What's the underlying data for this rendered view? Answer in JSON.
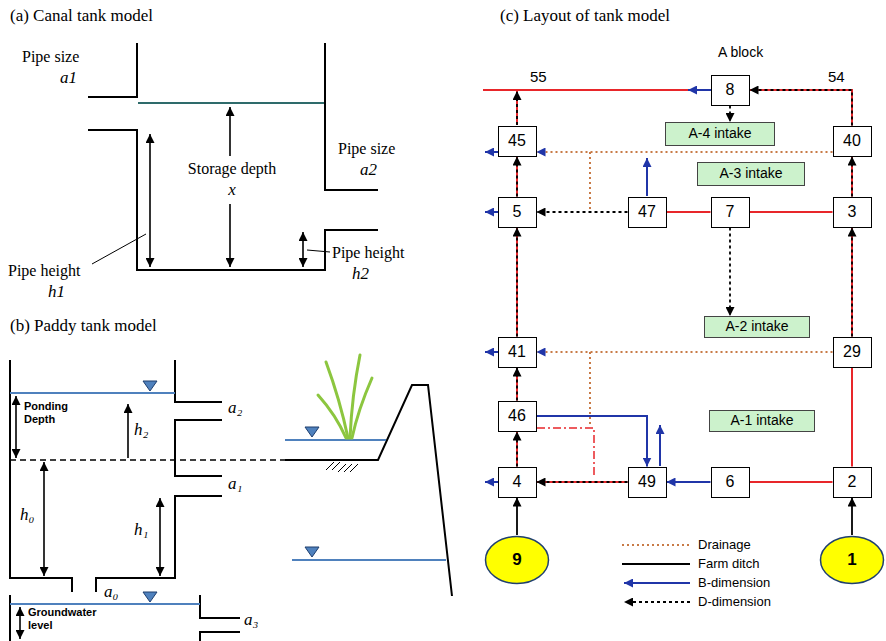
{
  "diagram": {
    "nodes": [
      {
        "text": [
          "8"
        ]
      },
      {
        "text": [
          "A-4 intake"
        ]
      },
      {
        "text": [
          "45"
        ]
      },
      {
        "text": [
          "40"
        ]
      },
      {
        "text": [
          "A-3 intake"
        ]
      },
      {
        "text": [
          "5"
        ]
      },
      {
        "text": [
          "47"
        ]
      },
      {
        "text": [
          "7"
        ]
      },
      {
        "text": [
          "3"
        ]
      },
      {
        "text": [
          "A-2 intake"
        ]
      },
      {
        "text": [
          "41"
        ]
      },
      {
        "text": [
          "29"
        ]
      },
      {
        "text": [
          "46"
        ]
      },
      {
        "text": [
          "A-1 intake"
        ]
      },
      {
        "text": [
          "4"
        ]
      },
      {
        "text": [
          "49"
        ]
      },
      {
        "text": [
          "6"
        ]
      },
      {
        "text": [
          "2"
        ]
      },
      {
        "text": [
          "9"
        ]
      },
      {
        "text": [
          "1"
        ]
      }
    ],
    "edges": [
      {
        "from": 0,
        "to": 1,
        "arrow": "to"
      },
      {
        "from": 3,
        "to": 0,
        "arrow": "to"
      },
      {
        "from": 8,
        "to": 3,
        "arrow": "to"
      },
      {
        "from": 11,
        "to": 8,
        "arrow": "to"
      },
      {
        "from": 17,
        "to": 11,
        "arrow": "none"
      },
      {
        "from": 19,
        "to": 17,
        "arrow": "to"
      },
      {
        "from": 18,
        "to": 14,
        "arrow": "to"
      },
      {
        "from": 14,
        "to": 12,
        "arrow": "to"
      },
      {
        "from": 12,
        "to": 10,
        "arrow": "to"
      },
      {
        "from": 10,
        "to": 5,
        "arrow": "to"
      },
      {
        "from": 5,
        "to": 2,
        "arrow": "to"
      },
      {
        "from": 17,
        "to": 16,
        "arrow": "none"
      },
      {
        "from": 16,
        "to": 15,
        "arrow": "to"
      },
      {
        "from": 15,
        "to": 14,
        "arrow": "to"
      },
      {
        "from": 12,
        "to": 15,
        "arrow": "to"
      },
      {
        "from": 8,
        "to": 7,
        "arrow": "none"
      },
      {
        "from": 7,
        "to": 6,
        "arrow": "none"
      },
      {
        "from": 6,
        "to": 5,
        "arrow": "to"
      },
      {
        "from": 7,
        "to": 9,
        "arrow": "to"
      },
      {
        "from": 3,
        "to": 2,
        "arrow": "to"
      },
      {
        "from": 11,
        "to": 10,
        "arrow": "to"
      }
    ],
    "labels": [
      "(a) Canal tank model",
      "Pipe size",
      "a1",
      "Storage depth",
      "x",
      "Pipe size",
      "a2",
      "Pipe height",
      "h1",
      "Pipe height",
      "h2",
      "(b) Paddy tank model",
      "Ponding Depth",
      "a₂",
      "h₂",
      "a₁",
      "h₀",
      "h₁",
      "a₀",
      "Groundwater level",
      "a₃",
      "(c) Layout of tank model",
      "A block",
      "55",
      "54"
    ],
    "legend": [
      {
        "text": "Drainage"
      },
      {
        "text": "Farm ditch"
      },
      {
        "text": "B-dimension"
      },
      {
        "text": "D-dimension"
      }
    ]
  }
}
